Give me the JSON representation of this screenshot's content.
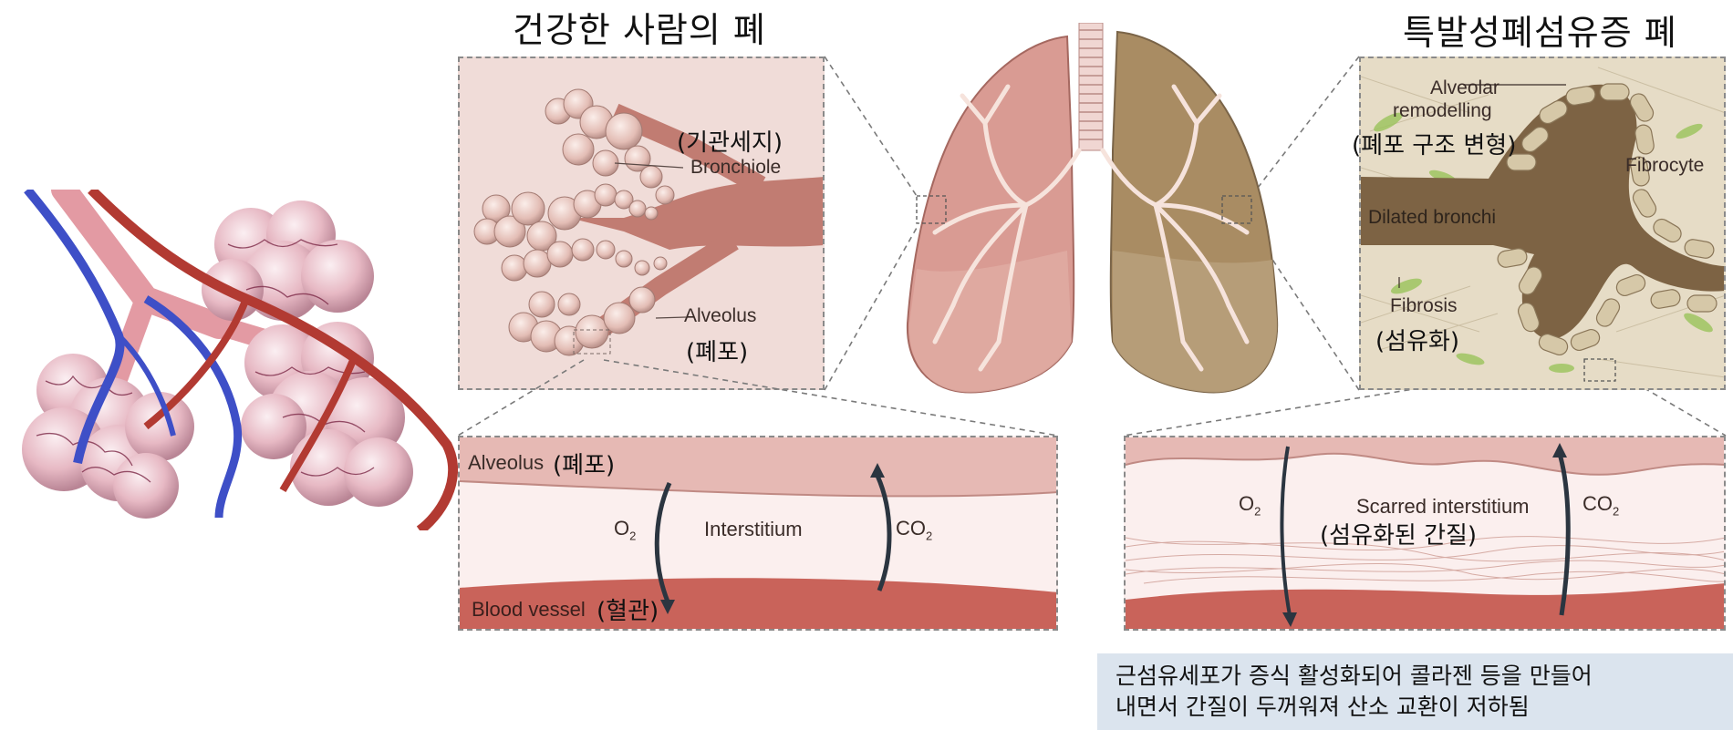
{
  "titles": {
    "healthy": "건강한 사람의 폐",
    "ipf": "특발성폐섬유증 폐"
  },
  "healthy_zoom": {
    "bronchiole_ko": "(기관세지)",
    "bronchiole_en": "Bronchiole",
    "alveolus_en": "Alveolus",
    "alveolus_ko": "(폐포)"
  },
  "healthy_cross": {
    "alveolus": "Alveolus",
    "alveolus_ko": "(폐포)",
    "o2": "O",
    "o2_sub": "2",
    "interstitium": "Interstitium",
    "co2": "CO",
    "co2_sub": "2",
    "blood_vessel": "Blood vessel",
    "blood_vessel_ko": "(혈관)"
  },
  "ipf_zoom": {
    "remodelling_en_1": "Alveolar",
    "remodelling_en_2": "remodelling",
    "remodelling_ko": "(폐포 구조 변형)",
    "fibrocyte": "Fibrocyte",
    "dilated_bronchi": "Dilated bronchi",
    "fibrosis_en": "Fibrosis",
    "fibrosis_ko": "(섬유화)"
  },
  "ipf_cross": {
    "o2": "O",
    "o2_sub": "2",
    "scarred_en": "Scarred interstitium",
    "scarred_ko": "(섬유화된 간질)",
    "co2": "CO",
    "co2_sub": "2"
  },
  "note": {
    "line1": "근섬유세포가 증식 활성화되어 콜라젠 등을 만들어",
    "line2": "내면서 간질이 두꺼워져 산소 교환이 저하됨"
  },
  "colors": {
    "alveoli_pink": "#e8c1bb",
    "vessel_red": "#c7645a",
    "ipf_brown": "#7d6344",
    "note_bg": "#dbe4ee"
  }
}
